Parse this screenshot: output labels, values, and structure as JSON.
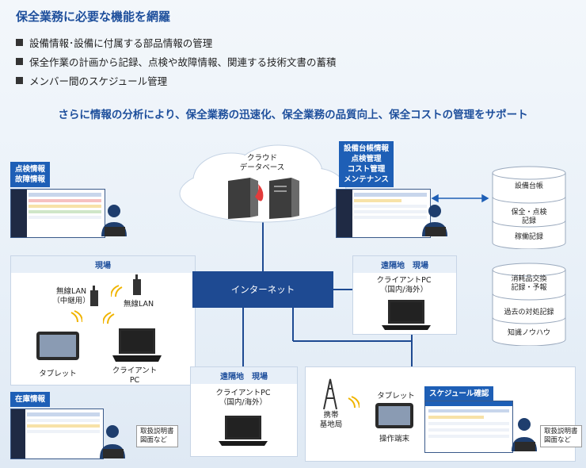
{
  "heading": "保全業務に必要な機能を網羅",
  "bullets": [
    "設備情報･設備に付属する部品情報の管理",
    "保全作業の計画から記録、点検や故障情報、関連する技術文書の蓄積",
    "メンバー間のスケジュール管理"
  ],
  "subheading": "さらに情報の分析により、保全業務の迅速化、保全業務の品質向上、保全コストの管理をサポート",
  "cloud": {
    "line1": "クラウド",
    "line2": "データベース"
  },
  "tags": {
    "inspection_line1": "点検情報",
    "inspection_line2": "故障情報",
    "equipment_line1": "設備台帳情報",
    "equipment_line2": "点検管理",
    "equipment_line3": "コスト管理",
    "equipment_line4": "メンテナンス",
    "inventory": "在庫情報",
    "schedule": "スケジュール確認"
  },
  "databases": {
    "group1": [
      "設備台帳",
      "保全・点検\n記録",
      "稼働記録"
    ],
    "group2": [
      "消耗品交換\n記録・予報",
      "過去の対処記録",
      "知識ノウハウ"
    ]
  },
  "internet": "インターネット",
  "site": {
    "title": "現場",
    "wireless_relay": "無線LAN\n（中継用）",
    "wireless": "無線LAN",
    "tablet": "タブレット",
    "client_pc": "クライアント\nPC"
  },
  "remote1": {
    "title": "遠隔地　現場",
    "client_pc": "クライアントPC\n（国内/海外）"
  },
  "remote2": {
    "title": "遠隔地　現場",
    "client_pc": "クライアントPC\n（国内/海外）"
  },
  "mobile": {
    "base_station": "携帯\n基地局",
    "tablet": "タブレット",
    "terminal": "操作端末"
  },
  "docs": {
    "doc1": "取扱説明書\n図面など",
    "doc2": "取扱説明書\n図面など"
  },
  "colors": {
    "accent": "#1e4f9c",
    "tag": "#1e5fb6",
    "network": "#1e4a92"
  }
}
